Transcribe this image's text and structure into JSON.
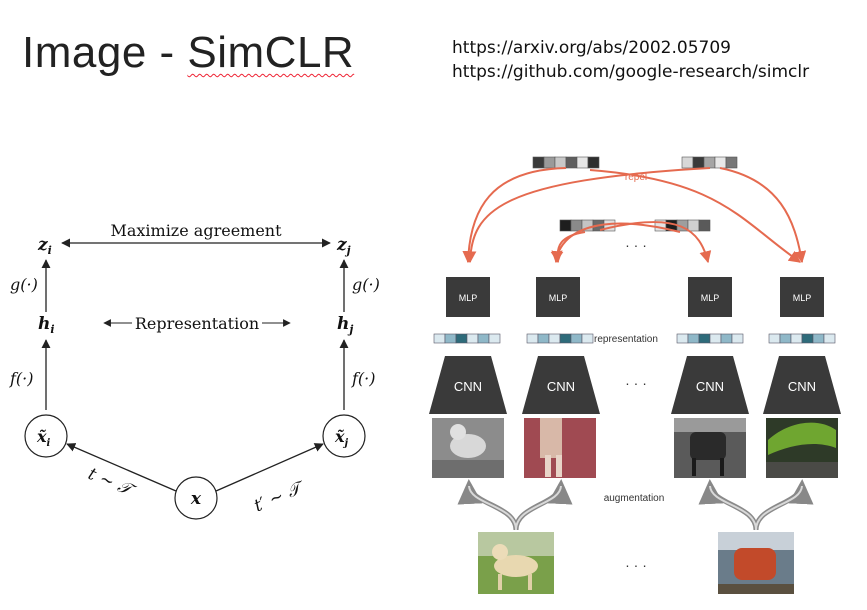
{
  "slide": {
    "title_prefix": "Image - ",
    "title_word": "SimCLR",
    "links": [
      "https://arxiv.org/abs/2002.05709",
      "https://github.com/google-research/simclr"
    ]
  },
  "left_diagram": {
    "top_label": "Maximize agreement",
    "mid_label": "Representation",
    "z_i": "z",
    "z_j": "z",
    "h_i": "h",
    "h_j": "h",
    "sub_i": "i",
    "sub_j": "j",
    "g_left": "g(·)",
    "g_right": "g(·)",
    "f_left": "f(·)",
    "f_right": "f(·)",
    "x_tilde_i": "x̃",
    "x_tilde_j": "x̃",
    "x": "x",
    "t_left": "t ∼ 𝒯",
    "t_right": "t′ ∼ 𝒯"
  },
  "right_diagram": {
    "repel_label": "repel",
    "representation_label": "representation",
    "augmentation_label": "augmentation",
    "mlp_label": "MLP",
    "cnn_label": "CNN",
    "ellipsis": "· · ·"
  },
  "colors": {
    "accent_red": "#e56a4f",
    "dark_block": "#3a3a3a",
    "teal_dark": "#2e6b7a",
    "teal_mid": "#8fb8c8",
    "teal_light": "#dbe9ef"
  }
}
